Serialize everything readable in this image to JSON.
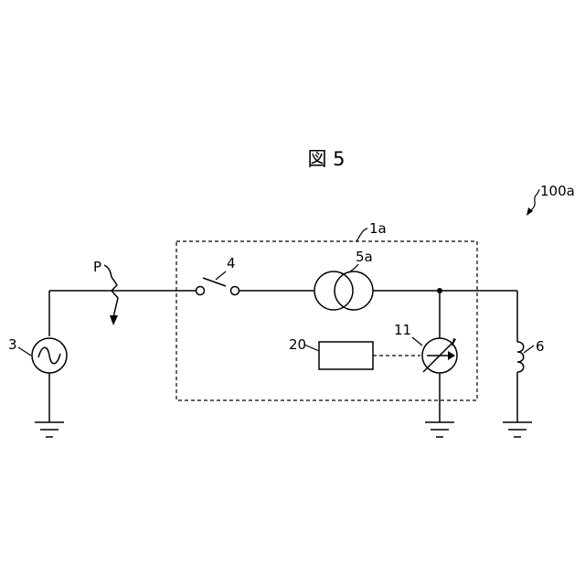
{
  "figure": {
    "title": "図 5",
    "system_label": "100a",
    "device_label": "1a",
    "labels": {
      "fault_point": "P",
      "ac_source": "3",
      "breaker": "4",
      "transformer": "5a",
      "variable_element": "11",
      "controller": "20",
      "reactor": "6"
    }
  }
}
